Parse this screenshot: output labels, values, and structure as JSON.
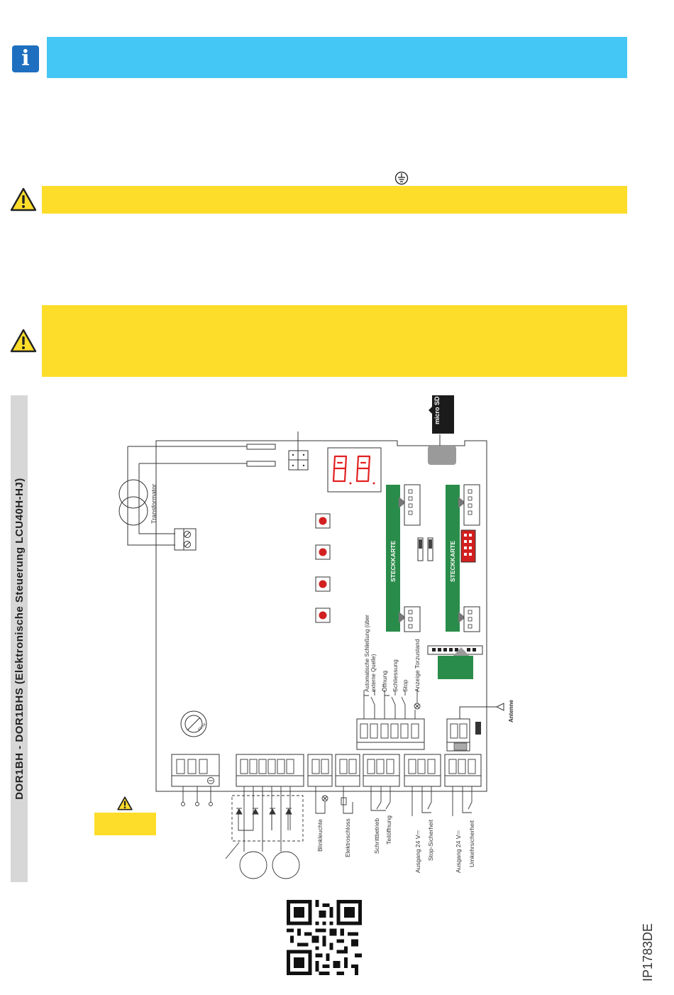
{
  "side_label": "DOR1BH - DOR1BHS (Elektronische Steuerung LCU40H-HJ)",
  "doc_code": "IP1783DE",
  "colors": {
    "info": "#44c7f4",
    "warning": "#fddd2a",
    "steckkarte": "#2a8c4a",
    "button": "#d22020",
    "display": "#e22222"
  },
  "board": {
    "transformer_label": "Transformator",
    "steckkarte_1": "STECKKARTE",
    "steckkarte_2": "STECKKARTE",
    "antenna_label": "Antenne",
    "microsd_label": "micro SD",
    "fuse_label": "F2.5A"
  },
  "terminals": {
    "top_labels": [
      "Automatische Schließung (über externe Quelle)",
      "Öffnung",
      "Schliessung",
      "Stop",
      "Anzeige Torzustand"
    ],
    "bottom_labels": [
      "Blinkleuchte",
      "Elektroschloss",
      "Schrittbetrieb",
      "Teilöffnung",
      "Ausgang 24 V⎓",
      "Stop-Sicherheit",
      "Ausgang 24 V⎓",
      "Umkehrsicherheit"
    ]
  }
}
